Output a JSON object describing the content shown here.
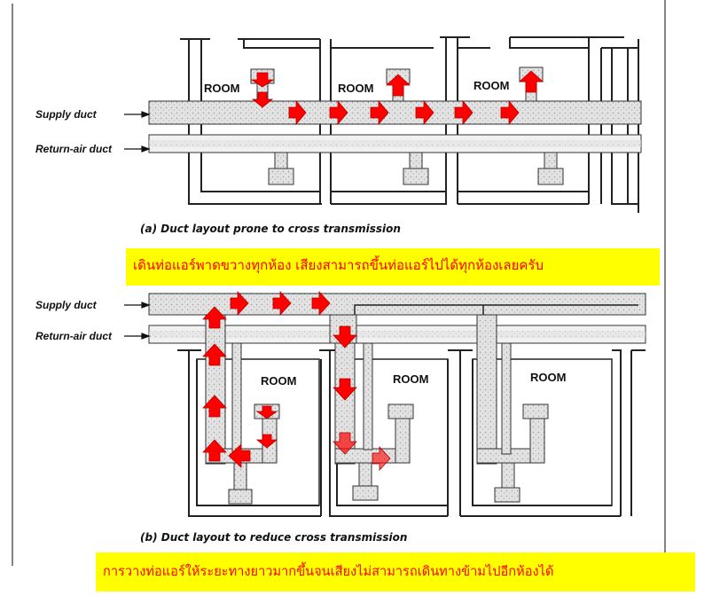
{
  "labels": {
    "supply_duct": "Supply duct",
    "return_air_duct": "Return-air duct",
    "room": "ROOM"
  },
  "captions": {
    "a": "(a)  Duct layout prone to cross transmission",
    "b": "(b)  Duct layout to reduce cross transmission"
  },
  "annotations": {
    "top": "เดินท่อแอร์พาดขวางทุกห้อง  เสียงสามารถขึ้นท่อแอร์ไปได้ทุกห้องเลยครับ",
    "bottom": "การวางท่อแอร์ให้ระยะทางยาวมากขึ้นจนเสียงไม่สามารถเดินทางข้ามไปอีกห้องได้"
  },
  "colors": {
    "highlight": "#ffff00",
    "annotation_text": "#ff0000",
    "arrow": "#ff0000",
    "duct_fill": "#dcdcdc",
    "line": "#222222"
  }
}
